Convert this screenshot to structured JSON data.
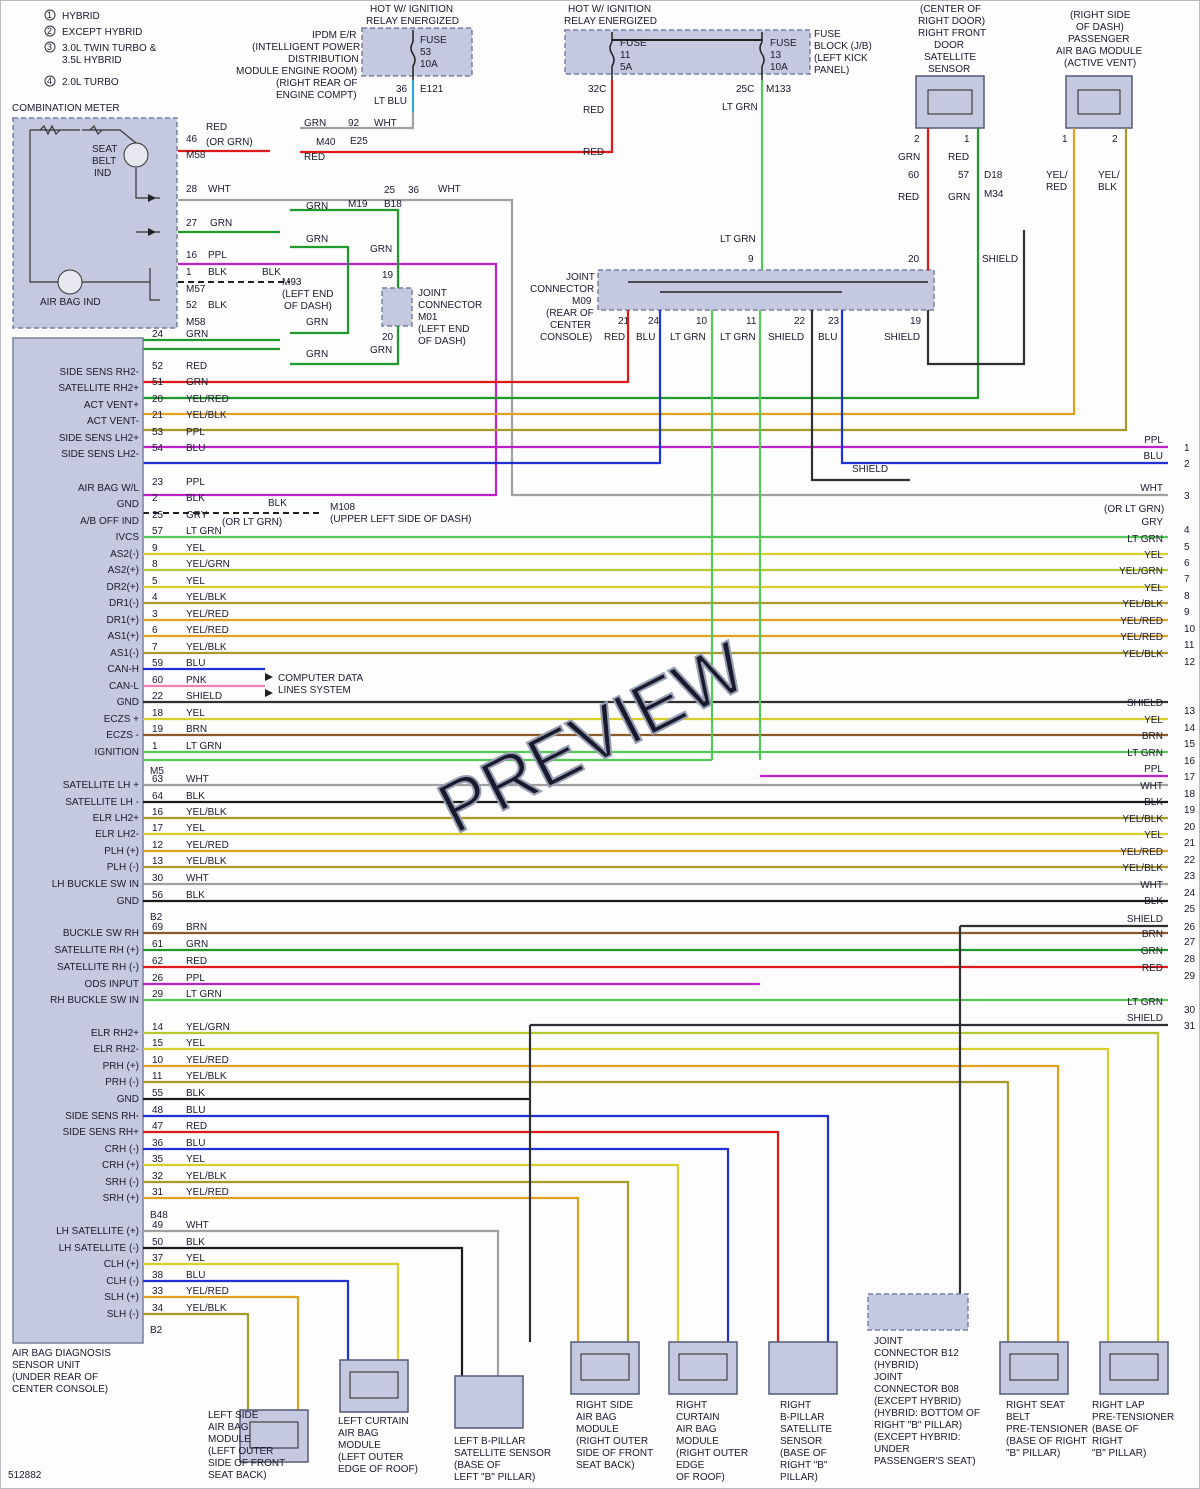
{
  "legend": [
    {
      "n": "1",
      "t": "HYBRID"
    },
    {
      "n": "2",
      "t": "EXCEPT HYBRID"
    },
    {
      "n": "3",
      "t": "3.0L TWIN TURBO &"
    },
    {
      "n": "",
      "t": "3.5L HYBRID"
    },
    {
      "n": "4",
      "t": "2.0L TURBO"
    }
  ],
  "titles": {
    "hot1": "HOT W/ IGNITION",
    "hot1b": "RELAY ENERGIZED",
    "hot2": "HOT W/ IGNITION",
    "hot2b": "RELAY ENERGIZED",
    "ipdm": [
      "IPDM E/R",
      "(INTELLIGENT POWER",
      "DISTRIBUTION",
      "MODULE ENGINE ROOM)",
      "(RIGHT REAR OF",
      "ENGINE COMPT)"
    ],
    "fuseblock": [
      "FUSE",
      "BLOCK (J/B)",
      "(LEFT KICK",
      "PANEL)"
    ],
    "rfsat": [
      "(CENTER OF",
      "RIGHT DOOR)",
      "RIGHT FRONT",
      "DOOR",
      "SATELLITE",
      "SENSOR"
    ],
    "pass": [
      "(RIGHT SIDE",
      "OF DASH)",
      "PASSENGER",
      "AIR BAG MODULE",
      "(ACTIVE VENT)"
    ],
    "combo": "COMBINATION METER",
    "seatbelt": [
      "SEAT",
      "BELT",
      "IND"
    ],
    "airbagind": "AIR BAG IND",
    "jcm09": [
      "JOINT",
      "CONNECTOR",
      "M09",
      "(REAR OF",
      "CENTER",
      "CONSOLE)"
    ],
    "jcm01": [
      "JOINT",
      "CONNECTOR",
      "M01",
      "(LEFT END",
      "OF DASH)"
    ],
    "m93": [
      "M93",
      "(LEFT END",
      "OF DASH)"
    ],
    "m108": [
      "M108",
      "(UPPER LEFT SIDE OF DASH)"
    ],
    "computer": [
      "COMPUTER DATA",
      "LINES SYSTEM"
    ],
    "adsu": [
      "AIR BAG DIAGNOSIS",
      "SENSOR UNIT",
      "(UNDER REAR OF",
      "CENTER CONSOLE)"
    ],
    "code": "512882",
    "watermark": "PREVIEW"
  },
  "fuses": {
    "f1": [
      "FUSE",
      "53",
      "10A"
    ],
    "f2": [
      "FUSE",
      "11",
      "5A"
    ],
    "f3": [
      "FUSE",
      "13",
      "10A"
    ]
  },
  "connectors": {
    "e121": "E121",
    "m133": "M133",
    "m58a": "M58",
    "m57": "M57",
    "m58b": "M58",
    "m40": "M40",
    "e25": "E25",
    "m19": "M19",
    "b18": "B18",
    "d18": "D18",
    "m34": "M34",
    "m5": "M5",
    "b2a": "B2",
    "b48": "B48",
    "b2b": "B2",
    "p36": "36",
    "p32c": "32C",
    "p25c": "25C",
    "p92": "92",
    "p46": "46",
    "p28": "28",
    "p27": "27",
    "p16": "16",
    "p1": "1",
    "p52": "52",
    "p25": "25",
    "p36b": "36",
    "p19": "19",
    "p20": "20",
    "p60": "60",
    "p57": "57",
    "p9": "9",
    "p20b": "20",
    "m09pins": [
      "21",
      "24",
      "10",
      "11",
      "22",
      "23",
      "19"
    ]
  },
  "wireLabels": {
    "ltblu": "LT BLU",
    "red": "RED",
    "orgrn": "(OR GRN)",
    "grn": "GRN",
    "wht": "WHT",
    "ppl": "PPL",
    "blk": "BLK",
    "ltgrn": "LT GRN",
    "shield": "SHIELD",
    "blu": "BLU",
    "yelred": "YEL/\nRED",
    "yelblk": "YEL/\nBLK",
    "orltgrn": "(OR LT GRN)"
  },
  "pinsLeft": [
    {
      "pin": "24",
      "color": "GRN",
      "label": ""
    },
    {
      "pin": "52",
      "color": "RED",
      "label": "SIDE SENS RH2-"
    },
    {
      "pin": "51",
      "color": "GRN",
      "label": "SATELLITE RH2+"
    },
    {
      "pin": "20",
      "color": "YEL/RED",
      "label": "ACT VENT+"
    },
    {
      "pin": "21",
      "color": "YEL/BLK",
      "label": "ACT VENT-"
    },
    {
      "pin": "53",
      "color": "PPL",
      "label": "SIDE SENS LH2+"
    },
    {
      "pin": "54",
      "color": "BLU",
      "label": "SIDE SENS LH2-"
    },
    {
      "pin": "23",
      "color": "PPL",
      "label": "AIR BAG W/L"
    },
    {
      "pin": "2",
      "color": "BLK",
      "label": "GND"
    },
    {
      "pin": "25",
      "color": "GRY",
      "label": "A/B OFF IND"
    },
    {
      "pin": "57",
      "color": "LT GRN",
      "label": "IVCS"
    },
    {
      "pin": "9",
      "color": "YEL",
      "label": "AS2(-)"
    },
    {
      "pin": "8",
      "color": "YEL/GRN",
      "label": "AS2(+)"
    },
    {
      "pin": "5",
      "color": "YEL",
      "label": "DR2(+)"
    },
    {
      "pin": "4",
      "color": "YEL/BLK",
      "label": "DR1(-)"
    },
    {
      "pin": "3",
      "color": "YEL/RED",
      "label": "DR1(+)"
    },
    {
      "pin": "6",
      "color": "YEL/RED",
      "label": "AS1(+)"
    },
    {
      "pin": "7",
      "color": "YEL/BLK",
      "label": "AS1(-)"
    },
    {
      "pin": "59",
      "color": "BLU",
      "label": "CAN-H"
    },
    {
      "pin": "60",
      "color": "PNK",
      "label": "CAN-L"
    },
    {
      "pin": "22",
      "color": "SHIELD",
      "label": "GND"
    },
    {
      "pin": "18",
      "color": "YEL",
      "label": "ECZS +"
    },
    {
      "pin": "19",
      "color": "BRN",
      "label": "ECZS -"
    },
    {
      "pin": "1",
      "color": "LT GRN",
      "label": "IGNITION"
    },
    {
      "pin": "63",
      "color": "WHT",
      "label": "SATELLITE LH +"
    },
    {
      "pin": "64",
      "color": "BLK",
      "label": "SATELLITE LH -"
    },
    {
      "pin": "16",
      "color": "YEL/BLK",
      "label": "ELR LH2+"
    },
    {
      "pin": "17",
      "color": "YEL",
      "label": "ELR LH2-"
    },
    {
      "pin": "12",
      "color": "YEL/RED",
      "label": "PLH (+)"
    },
    {
      "pin": "13",
      "color": "YEL/BLK",
      "label": "PLH (-)"
    },
    {
      "pin": "30",
      "color": "WHT",
      "label": "LH BUCKLE SW IN"
    },
    {
      "pin": "56",
      "color": "BLK",
      "label": "GND"
    },
    {
      "pin": "69",
      "color": "BRN",
      "label": "BUCKLE SW RH"
    },
    {
      "pin": "61",
      "color": "GRN",
      "label": "SATELLITE RH (+)"
    },
    {
      "pin": "62",
      "color": "RED",
      "label": "SATELLITE RH (-)"
    },
    {
      "pin": "26",
      "color": "PPL",
      "label": "ODS INPUT"
    },
    {
      "pin": "29",
      "color": "LT GRN",
      "label": "RH BUCKLE SW IN"
    },
    {
      "pin": "14",
      "color": "YEL/GRN",
      "label": "ELR RH2+"
    },
    {
      "pin": "15",
      "color": "YEL",
      "label": "ELR RH2-"
    },
    {
      "pin": "10",
      "color": "YEL/RED",
      "label": "PRH (+)"
    },
    {
      "pin": "11",
      "color": "YEL/BLK",
      "label": "PRH (-)"
    },
    {
      "pin": "55",
      "color": "BLK",
      "label": "GND"
    },
    {
      "pin": "48",
      "color": "BLU",
      "label": "SIDE SENS RH-"
    },
    {
      "pin": "47",
      "color": "RED",
      "label": "SIDE SENS RH+"
    },
    {
      "pin": "36",
      "color": "BLU",
      "label": "CRH (-)"
    },
    {
      "pin": "35",
      "color": "YEL",
      "label": "CRH (+)"
    },
    {
      "pin": "32",
      "color": "YEL/BLK",
      "label": "SRH (-)"
    },
    {
      "pin": "31",
      "color": "YEL/RED",
      "label": "SRH (+)"
    },
    {
      "pin": "49",
      "color": "WHT",
      "label": "LH SATELLITE (+)"
    },
    {
      "pin": "50",
      "color": "BLK",
      "label": "LH SATELLITE (-)"
    },
    {
      "pin": "37",
      "color": "YEL",
      "label": "CLH (+)"
    },
    {
      "pin": "38",
      "color": "BLU",
      "label": "CLH (-)"
    },
    {
      "pin": "33",
      "color": "YEL/RED",
      "label": "SLH (+)"
    },
    {
      "pin": "34",
      "color": "YEL/BLK",
      "label": "SLH (-)"
    }
  ],
  "rightEdge": [
    {
      "n": "1",
      "c": "PPL"
    },
    {
      "n": "2",
      "c": "BLU"
    },
    {
      "n": "3",
      "c": "WHT"
    },
    {
      "n": "4",
      "c": "GRY"
    },
    {
      "n": "5",
      "c": "LT GRN"
    },
    {
      "n": "6",
      "c": "YEL"
    },
    {
      "n": "7",
      "c": "YEL/GRN"
    },
    {
      "n": "8",
      "c": "YEL"
    },
    {
      "n": "9",
      "c": "YEL/BLK"
    },
    {
      "n": "10",
      "c": "YEL/RED"
    },
    {
      "n": "11",
      "c": "YEL/RED"
    },
    {
      "n": "12",
      "c": "YEL/BLK"
    },
    {
      "n": "13",
      "c": "SHIELD"
    },
    {
      "n": "14",
      "c": "YEL"
    },
    {
      "n": "15",
      "c": "BRN"
    },
    {
      "n": "16",
      "c": "LT GRN"
    },
    {
      "n": "17",
      "c": "PPL"
    },
    {
      "n": "18",
      "c": "WHT"
    },
    {
      "n": "19",
      "c": "BLK"
    },
    {
      "n": "20",
      "c": "YEL/BLK"
    },
    {
      "n": "21",
      "c": "YEL"
    },
    {
      "n": "22",
      "c": "YEL/RED"
    },
    {
      "n": "23",
      "c": "YEL/BLK"
    },
    {
      "n": "24",
      "c": "WHT"
    },
    {
      "n": "25",
      "c": "BLK"
    },
    {
      "n": "26",
      "c": "SHIELD"
    },
    {
      "n": "27",
      "c": "BRN"
    },
    {
      "n": "28",
      "c": "GRN"
    },
    {
      "n": "29",
      "c": "RED"
    },
    {
      "n": "30",
      "c": "LT GRN"
    },
    {
      "n": "31",
      "c": "SHIELD"
    }
  ],
  "bottomComponents": [
    {
      "id": "lsab",
      "lines": [
        "LEFT SIDE",
        "AIR BAG",
        "MODULE",
        "(LEFT OUTER",
        "SIDE OF FRONT",
        "SEAT BACK)"
      ]
    },
    {
      "id": "lcab",
      "lines": [
        "LEFT CURTAIN",
        "AIR BAG",
        "MODULE",
        "(LEFT OUTER",
        "EDGE OF ROOF)"
      ]
    },
    {
      "id": "lbps",
      "lines": [
        "LEFT B-PILLAR",
        "SATELLITE SENSOR",
        "(BASE OF",
        "LEFT \"B\" PILLAR)"
      ]
    },
    {
      "id": "rsab",
      "lines": [
        "RIGHT SIDE",
        "AIR BAG",
        "MODULE",
        "(RIGHT OUTER",
        "SIDE OF FRONT",
        "SEAT BACK)"
      ]
    },
    {
      "id": "rcab",
      "lines": [
        "RIGHT",
        "CURTAIN",
        "AIR BAG",
        "MODULE",
        "(RIGHT OUTER",
        "EDGE",
        "OF ROOF)"
      ]
    },
    {
      "id": "rbps",
      "lines": [
        "RIGHT",
        "B-PILLAR",
        "SATELLITE",
        "SENSOR",
        "(BASE OF",
        "RIGHT \"B\"",
        "PILLAR)"
      ]
    },
    {
      "id": "jcb12",
      "lines": [
        "JOINT",
        "CONNECTOR B12",
        "(HYBRID)",
        "JOINT",
        "CONNECTOR B08",
        "(EXCEPT HYBRID)",
        "(HYBRID: BOTTOM OF",
        "RIGHT \"B\" PILLAR)",
        "(EXCEPT HYBRID:",
        "UNDER",
        "PASSENGER'S SEAT)"
      ]
    },
    {
      "id": "rsbp",
      "lines": [
        "RIGHT SEAT",
        "BELT",
        "PRE-TENSIONER",
        "(BASE OF RIGHT",
        "\"B\" PILLAR)"
      ]
    },
    {
      "id": "rlap",
      "lines": [
        "RIGHT LAP",
        "PRE-TENSIONER",
        "(BASE OF",
        "RIGHT",
        "\"B\" PILLAR)"
      ]
    }
  ],
  "colors": {
    "RED": "#e01818",
    "GRN": "#1f9a2a",
    "LT GRN": "#55c85a",
    "YEL": "#d8cf2a",
    "YEL/RED": "#e0a020",
    "YEL/BLK": "#a89a28",
    "YEL/GRN": "#b8c830",
    "BLU": "#2030d8",
    "PPL": "#c020c8",
    "BLK": "#1a1a1a",
    "WHT": "#a0a0a0",
    "GRY": "#8a8a8a",
    "BRN": "#8a5a2a",
    "PNK": "#f080b0",
    "SHIELD": "#303030",
    "LT BLU": "#30a8e0"
  }
}
